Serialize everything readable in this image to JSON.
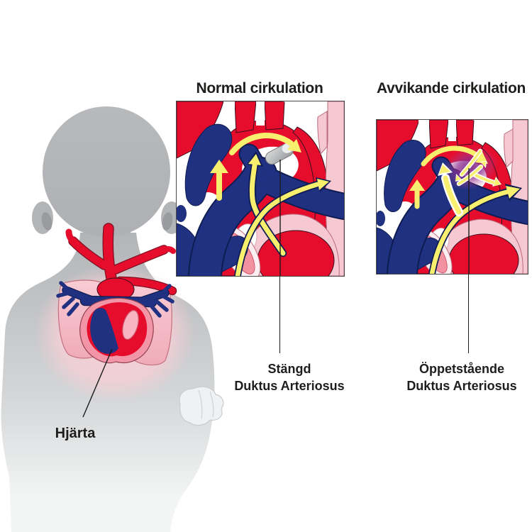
{
  "titles": {
    "normal": "Normal cirkulation",
    "abnormal": "Avvikande cirkulation"
  },
  "labels": {
    "normal_duct_line1": "Stängd",
    "normal_duct_line2": "Duktus Arteriosus",
    "abnormal_duct_line1": "Öppetstående",
    "abnormal_duct_line2": "Duktus Arteriosus",
    "heart": "Hjärta"
  },
  "colors": {
    "red": "#e60d2c",
    "navy": "#203182",
    "pink_light": "#f5c8d2",
    "pink_mid": "#f2919f",
    "yellow": "#f8ef6e",
    "gray_body": "#b5b7b9",
    "gray_duct": "#a9abad",
    "purple": "#7d2a8c",
    "text": "#1d1d1b",
    "line": "#1c1c1c"
  }
}
